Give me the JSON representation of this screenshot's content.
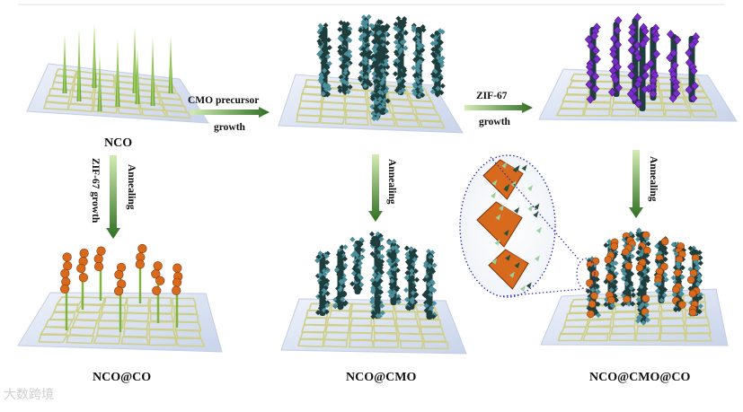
{
  "labels": {
    "nco": "NCO",
    "nco_co": "NCO@CO",
    "nco_cmo": "NCO@CMO",
    "nco_cmo_co": "NCO@CMO@CO"
  },
  "arrows": {
    "cmo_precursor_line1": "CMO precursor",
    "cmo_precursor_line2": "growth",
    "zif67_line1": "ZIF-67",
    "zif67_line2": "growth",
    "annealing": "Annealing",
    "zif67_growth_vertical": "ZIF-67 growth"
  },
  "watermark": "大数跨境",
  "colors": {
    "substrate": "#dbe3f2",
    "mesh": "#cfcf8a",
    "needle": "#7fb43a",
    "cmo_dark": "#1e3d3d",
    "cmo_teal": "#4b8e9c",
    "zif_purple": "#7a2ec8",
    "co_orange": "#d86a1e",
    "arrow_green": "#3a7a2a",
    "zoom_dots": "#2a2aa8"
  }
}
